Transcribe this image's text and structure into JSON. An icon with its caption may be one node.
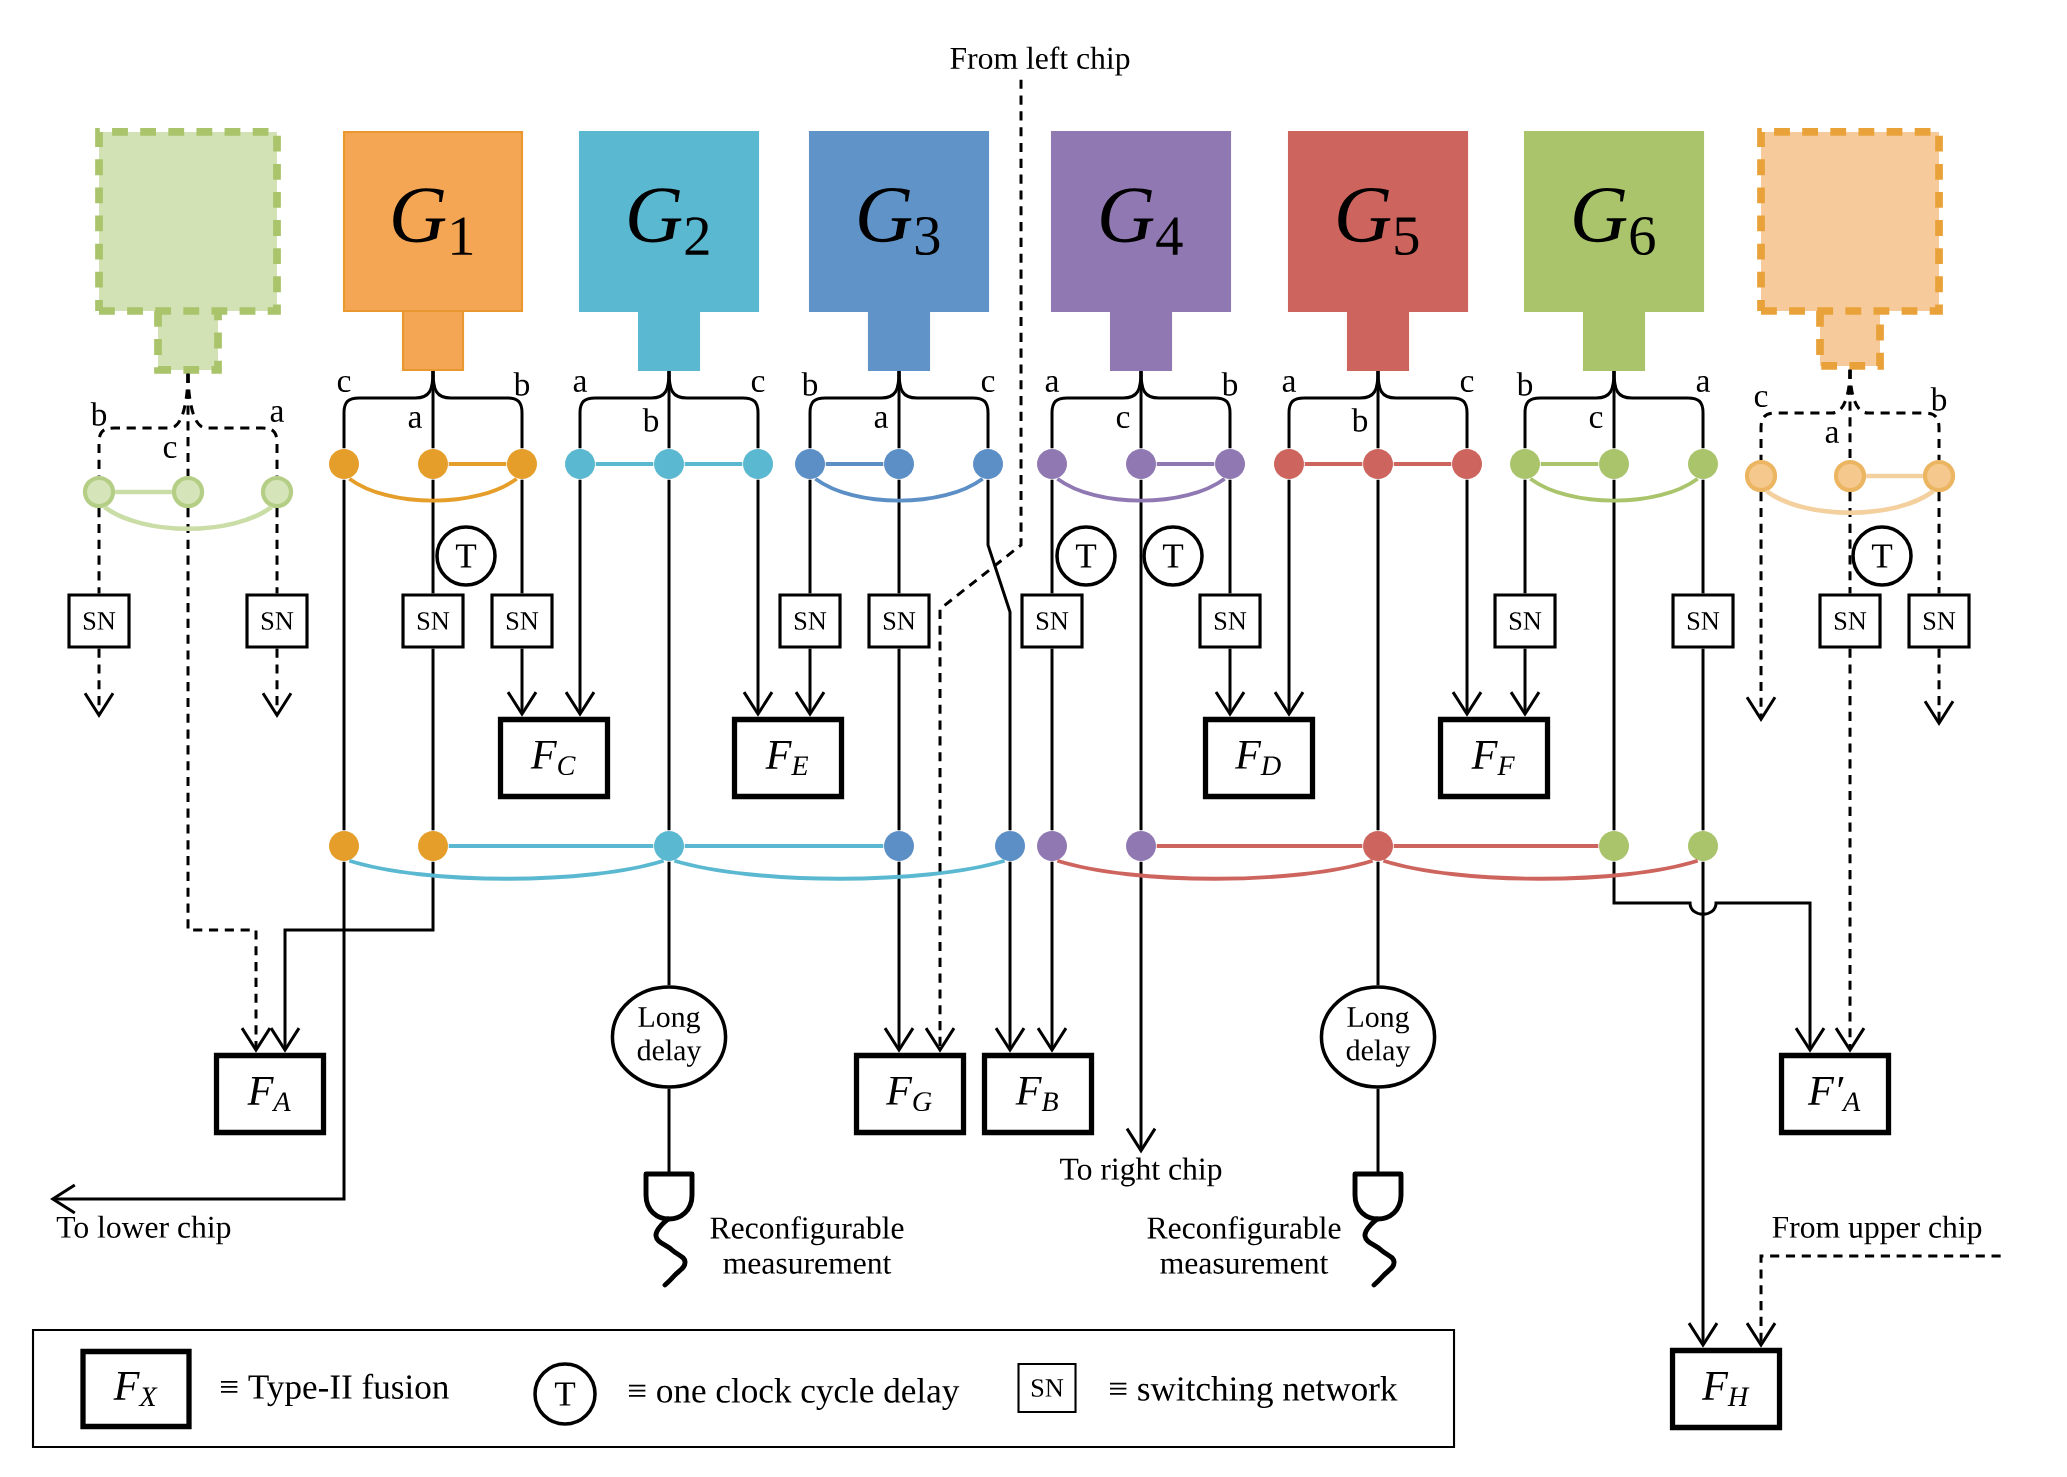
{
  "diagram": {
    "nodes": [
      {
        "text": [
          "From left chip"
        ]
      },
      {
        "text": [],
        "shape": "box"
      },
      {
        "text": [
          "*G*$_{1}$"
        ]
      },
      {
        "text": [
          "*G*$_{2}$"
        ]
      },
      {
        "text": [
          "*G*$_{3}$"
        ]
      },
      {
        "text": [
          "*G*$_{4}$"
        ]
      },
      {
        "text": [
          "*G*$_{5}$"
        ]
      },
      {
        "text": [
          "*G*$_{6}$"
        ]
      },
      {
        "text": [],
        "shape": "box"
      },
      {
        "text": [],
        "shape": "circle"
      },
      {
        "text": [],
        "shape": "circle"
      },
      {
        "text": [],
        "shape": "circle"
      },
      {
        "text": [],
        "shape": "circle"
      },
      {
        "text": [],
        "shape": "circle"
      },
      {
        "text": [],
        "shape": "circle"
      },
      {
        "text": [],
        "shape": "circle"
      },
      {
        "text": [],
        "shape": "circle"
      },
      {
        "text": [],
        "shape": "circle"
      },
      {
        "text": [],
        "shape": "circle"
      },
      {
        "text": [],
        "shape": "circle"
      },
      {
        "text": [],
        "shape": "circle"
      },
      {
        "text": [],
        "shape": "circle"
      },
      {
        "text": [],
        "shape": "circle"
      },
      {
        "text": [],
        "shape": "circle"
      },
      {
        "text": [],
        "shape": "circle"
      },
      {
        "text": [],
        "shape": "circle"
      },
      {
        "text": [],
        "shape": "circle"
      },
      {
        "text": [],
        "shape": "circle"
      },
      {
        "text": [],
        "shape": "circle"
      },
      {
        "text": [],
        "shape": "circle"
      },
      {
        "text": [],
        "shape": "circle"
      },
      {
        "text": [],
        "shape": "circle"
      },
      {
        "text": [],
        "shape": "circle"
      },
      {
        "text": [
          "T"
        ]
      },
      {
        "text": [
          "T"
        ]
      },
      {
        "text": [
          "T"
        ]
      },
      {
        "text": [
          "T"
        ]
      },
      {
        "text": [
          "SN"
        ]
      },
      {
        "text": [
          "SN"
        ]
      },
      {
        "text": [
          "SN"
        ]
      },
      {
        "text": [
          "SN"
        ]
      },
      {
        "text": [
          "SN"
        ]
      },
      {
        "text": [
          "SN"
        ]
      },
      {
        "text": [
          "SN"
        ]
      },
      {
        "text": [
          "SN"
        ]
      },
      {
        "text": [
          "SN"
        ]
      },
      {
        "text": [
          "SN"
        ]
      },
      {
        "text": [
          "SN"
        ]
      },
      {
        "text": [
          "SN"
        ]
      },
      {
        "text": [
          "F$_{C}$"
        ]
      },
      {
        "text": [
          "F$_{E}$"
        ]
      },
      {
        "text": [
          "F$_{D}$"
        ]
      },
      {
        "text": [
          "F$_{F}$"
        ]
      },
      {
        "text": [],
        "shape": "circle"
      },
      {
        "text": [],
        "shape": "circle"
      },
      {
        "text": [],
        "shape": "circle"
      },
      {
        "text": [],
        "shape": "circle"
      },
      {
        "text": [],
        "shape": "circle"
      },
      {
        "text": [],
        "shape": "circle"
      },
      {
        "text": [],
        "shape": "circle"
      },
      {
        "text": [],
        "shape": "circle"
      },
      {
        "text": [],
        "shape": "circle"
      },
      {
        "text": [],
        "shape": "circle"
      },
      {
        "text": [
          "Long delay"
        ]
      },
      {
        "text": [
          "Long delay"
        ]
      },
      {
        "text": [
          "F$_{A}$"
        ]
      },
      {
        "text": [
          "F$_{G}$"
        ]
      },
      {
        "text": [
          "F$_{B}$"
        ]
      },
      {
        "text": [
          "F′$_{A}$"
        ]
      },
      {
        "text": [
          "To right chip"
        ]
      },
      {
        "text": [],
        "shape": "picture",
        "beside": [
          "Reconfigurable measurement"
        ]
      },
      {
        "text": [],
        "shape": "picture",
        "beside": [
          "Reconfigurable measurement"
        ]
      },
      {
        "text": [
          "To lower chip"
        ]
      },
      {
        "text": [
          "From upper chip"
        ]
      },
      {
        "text": [
          "F$_{H}$"
        ]
      }
    ],
    "edges": [
      {
        "from": 1,
        "to": 9,
        "arrow": "none",
        "style": "dashed"
      },
      {
        "from": 9,
        "to": 37,
        "arrow": "none",
        "style": "dashed"
      },
      {
        "from": 37,
        "to": null,
        "arrow": "to",
        "style": "dashed"
      },
      {
        "from": 1,
        "to": 10,
        "arrow": "none",
        "style": "dashed"
      },
      {
        "from": 10,
        "to": 65,
        "arrow": "to",
        "style": "dashed"
      },
      {
        "from": 1,
        "to": 11,
        "arrow": "none",
        "style": "dashed"
      },
      {
        "from": 11,
        "to": 38,
        "arrow": "none",
        "style": "dashed"
      },
      {
        "from": 38,
        "to": null,
        "arrow": "to",
        "style": "dashed"
      },
      {
        "from": 2,
        "to": 12,
        "arrow": "none"
      },
      {
        "from": 12,
        "to": 53,
        "arrow": "none"
      },
      {
        "from": 53,
        "to": 72,
        "arrow": "to"
      },
      {
        "from": 2,
        "to": 13,
        "arrow": "none"
      },
      {
        "from": 13,
        "to": 39,
        "arrow": "none"
      },
      {
        "from": 39,
        "to": 54,
        "arrow": "none"
      },
      {
        "from": 54,
        "to": 65,
        "arrow": "to"
      },
      {
        "from": 2,
        "to": 14,
        "arrow": "none"
      },
      {
        "from": 14,
        "to": 40,
        "arrow": "none"
      },
      {
        "from": 40,
        "to": 49,
        "arrow": "to"
      },
      {
        "from": 3,
        "to": 15,
        "arrow": "none"
      },
      {
        "from": 15,
        "to": 49,
        "arrow": "to"
      },
      {
        "from": 3,
        "to": 16,
        "arrow": "none"
      },
      {
        "from": 16,
        "to": 55,
        "arrow": "none"
      },
      {
        "from": 55,
        "to": 63,
        "arrow": "none"
      },
      {
        "from": 63,
        "to": 70,
        "arrow": "none"
      },
      {
        "from": 3,
        "to": 17,
        "arrow": "none"
      },
      {
        "from": 17,
        "to": 50,
        "arrow": "to"
      },
      {
        "from": 4,
        "to": 18,
        "arrow": "none"
      },
      {
        "from": 18,
        "to": 41,
        "arrow": "none"
      },
      {
        "from": 41,
        "to": 50,
        "arrow": "to"
      },
      {
        "from": 4,
        "to": 19,
        "arrow": "none"
      },
      {
        "from": 19,
        "to": 42,
        "arrow": "none"
      },
      {
        "from": 42,
        "to": 56,
        "arrow": "none"
      },
      {
        "from": 56,
        "to": 66,
        "arrow": "to"
      },
      {
        "from": 4,
        "to": 20,
        "arrow": "none"
      },
      {
        "from": 20,
        "to": 57,
        "arrow": "none"
      },
      {
        "from": 57,
        "to": 67,
        "arrow": "to"
      },
      {
        "from": 5,
        "to": 21,
        "arrow": "none"
      },
      {
        "from": 21,
        "to": 43,
        "arrow": "none"
      },
      {
        "from": 43,
        "to": 58,
        "arrow": "none"
      },
      {
        "from": 58,
        "to": 67,
        "arrow": "to"
      },
      {
        "from": 5,
        "to": 22,
        "arrow": "none"
      },
      {
        "from": 22,
        "to": 59,
        "arrow": "none"
      },
      {
        "from": 59,
        "to": 69,
        "arrow": "to"
      },
      {
        "from": 5,
        "to": 23,
        "arrow": "none"
      },
      {
        "from": 23,
        "to": 44,
        "arrow": "none"
      },
      {
        "from": 44,
        "to": 51,
        "arrow": "to"
      },
      {
        "from": 6,
        "to": 24,
        "arrow": "none"
      },
      {
        "from": 24,
        "to": 51,
        "arrow": "to"
      },
      {
        "from": 6,
        "to": 25,
        "arrow": "none"
      },
      {
        "from": 25,
        "to": 60,
        "arrow": "none"
      },
      {
        "from": 60,
        "to": 64,
        "arrow": "none"
      },
      {
        "from": 64,
        "to": 71,
        "arrow": "none"
      },
      {
        "from": 6,
        "to": 26,
        "arrow": "none"
      },
      {
        "from": 26,
        "to": 52,
        "arrow": "to"
      },
      {
        "from": 7,
        "to": 27,
        "arrow": "none"
      },
      {
        "from": 27,
        "to": 45,
        "arrow": "none"
      },
      {
        "from": 45,
        "to": 52,
        "arrow": "to"
      },
      {
        "from": 7,
        "to": 28,
        "arrow": "none"
      },
      {
        "from": 28,
        "to": 61,
        "arrow": "none"
      },
      {
        "from": 61,
        "to": 68,
        "arrow": "to"
      },
      {
        "from": 7,
        "to": 29,
        "arrow": "none"
      },
      {
        "from": 29,
        "to": 46,
        "arrow": "none"
      },
      {
        "from": 46,
        "to": 62,
        "arrow": "none"
      },
      {
        "from": 62,
        "to": 74,
        "arrow": "to"
      },
      {
        "from": 8,
        "to": 30,
        "arrow": "none",
        "style": "dashed"
      },
      {
        "from": 30,
        "to": null,
        "arrow": "to",
        "style": "dashed"
      },
      {
        "from": 8,
        "to": 31,
        "arrow": "none",
        "style": "dashed"
      },
      {
        "from": 31,
        "to": 47,
        "arrow": "none",
        "style": "dashed"
      },
      {
        "from": 47,
        "to": 68,
        "arrow": "to",
        "style": "dashed"
      },
      {
        "from": 8,
        "to": 32,
        "arrow": "none",
        "style": "dashed"
      },
      {
        "from": 32,
        "to": 48,
        "arrow": "none",
        "style": "dashed"
      },
      {
        "from": 48,
        "to": null,
        "arrow": "to",
        "style": "dashed"
      },
      {
        "from": 0,
        "to": 66,
        "arrow": "to",
        "style": "dashed"
      },
      {
        "from": 73,
        "to": 74,
        "arrow": "to",
        "style": "dashed"
      },
      {
        "from": 9,
        "to": 10,
        "arrow": "none",
        "color": "#cbdda6"
      },
      {
        "from": 9,
        "to": 11,
        "arrow": "none",
        "color": "#cbdda6"
      },
      {
        "from": 13,
        "to": 14,
        "arrow": "none",
        "color": "#e59e2a"
      },
      {
        "from": 12,
        "to": 14,
        "arrow": "none",
        "color": "#e59e2a"
      },
      {
        "from": 15,
        "to": 16,
        "arrow": "none",
        "color": "#5bb8d1"
      },
      {
        "from": 16,
        "to": 17,
        "arrow": "none",
        "color": "#5bb8d1"
      },
      {
        "from": 18,
        "to": 19,
        "arrow": "none",
        "color": "#5c8fc6"
      },
      {
        "from": 18,
        "to": 20,
        "arrow": "none",
        "color": "#5c8fc6"
      },
      {
        "from": 22,
        "to": 23,
        "arrow": "none",
        "color": "#9079b2"
      },
      {
        "from": 21,
        "to": 23,
        "arrow": "none",
        "color": "#9079b2"
      },
      {
        "from": 24,
        "to": 25,
        "arrow": "none",
        "color": "#cd645d"
      },
      {
        "from": 25,
        "to": 26,
        "arrow": "none",
        "color": "#cd645d"
      },
      {
        "from": 27,
        "to": 28,
        "arrow": "none",
        "color": "#a9c46b"
      },
      {
        "from": 27,
        "to": 29,
        "arrow": "none",
        "color": "#a9c46b"
      },
      {
        "from": 31,
        "to": 32,
        "arrow": "none",
        "color": "#f3d09e"
      },
      {
        "from": 30,
        "to": 32,
        "arrow": "none",
        "color": "#f3d09e"
      },
      {
        "from": 54,
        "to": 55,
        "arrow": "none",
        "color": "#5bb8d1"
      },
      {
        "from": 55,
        "to": 56,
        "arrow": "none",
        "color": "#5bb8d1"
      },
      {
        "from": 53,
        "to": 55,
        "arrow": "none",
        "color": "#5bb8d1"
      },
      {
        "from": 55,
        "to": 57,
        "arrow": "none",
        "color": "#5bb8d1"
      },
      {
        "from": 59,
        "to": 60,
        "arrow": "none",
        "color": "#cd645d"
      },
      {
        "from": 60,
        "to": 61,
        "arrow": "none",
        "color": "#cd645d"
      },
      {
        "from": 58,
        "to": 60,
        "arrow": "none",
        "color": "#cd645d"
      },
      {
        "from": 60,
        "to": 62,
        "arrow": "none",
        "color": "#cd645d"
      }
    ],
    "labels": [
      "b",
      "c",
      "a",
      "c",
      "a",
      "b",
      "a",
      "b",
      "c",
      "b",
      "a",
      "c",
      "a",
      "c",
      "b",
      "a",
      "b",
      "c",
      "b",
      "c",
      "a",
      "c",
      "a",
      "b",
      "F$_{X}$",
      "T",
      "SN"
    ],
    "legend": [
      {
        "text": "≡ Type-II fusion"
      },
      {
        "text": "≡ one clock cycle delay"
      },
      {
        "text": "≡ switching network"
      }
    ]
  }
}
